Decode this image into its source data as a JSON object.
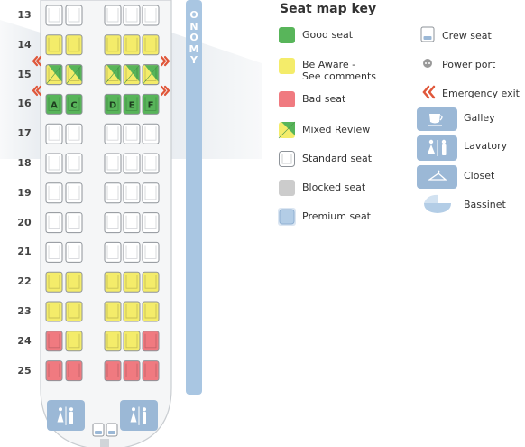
{
  "cabin_label": [
    "O",
    "N",
    "O",
    "M",
    "Y"
  ],
  "rows": [
    {
      "num": "13",
      "left": [
        "standard",
        "standard"
      ],
      "right": [
        "standard",
        "standard",
        "standard"
      ]
    },
    {
      "num": "14",
      "left": [
        "aware",
        "aware"
      ],
      "right": [
        "aware",
        "aware",
        "aware"
      ]
    },
    {
      "num": "15",
      "left": [
        "mixed",
        "mixed"
      ],
      "right": [
        "mixed",
        "mixed",
        "mixed"
      ],
      "exit": true
    },
    {
      "num": "16",
      "left": [
        "good",
        "good"
      ],
      "right": [
        "good",
        "good",
        "good"
      ],
      "letters": [
        "A",
        "C",
        "D",
        "E",
        "F"
      ],
      "exit": true
    },
    {
      "num": "17",
      "left": [
        "standard",
        "standard"
      ],
      "right": [
        "standard",
        "standard",
        "standard"
      ]
    },
    {
      "num": "18",
      "left": [
        "standard",
        "standard"
      ],
      "right": [
        "standard",
        "standard",
        "standard"
      ]
    },
    {
      "num": "19",
      "left": [
        "standard",
        "standard"
      ],
      "right": [
        "standard",
        "standard",
        "standard"
      ]
    },
    {
      "num": "20",
      "left": [
        "standard",
        "standard"
      ],
      "right": [
        "standard",
        "standard",
        "standard"
      ]
    },
    {
      "num": "21",
      "left": [
        "standard",
        "standard"
      ],
      "right": [
        "standard",
        "standard",
        "standard"
      ]
    },
    {
      "num": "22",
      "left": [
        "aware",
        "aware"
      ],
      "right": [
        "aware",
        "aware",
        "aware"
      ]
    },
    {
      "num": "23",
      "left": [
        "aware",
        "aware"
      ],
      "right": [
        "aware",
        "aware",
        "aware"
      ]
    },
    {
      "num": "24",
      "left": [
        "bad",
        "aware"
      ],
      "right": [
        "aware",
        "aware",
        "bad"
      ]
    },
    {
      "num": "25",
      "left": [
        "bad",
        "bad"
      ],
      "right": [
        "bad",
        "bad",
        "bad"
      ]
    }
  ],
  "colors": {
    "good": "#58b55a",
    "aware": "#f4ec6a",
    "bad": "#f07a80",
    "standard": "#ffffff",
    "blocked": "#cccccc",
    "premium": "#b3cde6",
    "exit": "#e0573a",
    "service": "#9bb8d6"
  },
  "key": {
    "title": "Seat map key",
    "left": [
      {
        "type": "good",
        "label": "Good seat"
      },
      {
        "type": "aware",
        "label": "Be Aware - See comments"
      },
      {
        "type": "bad",
        "label": "Bad seat"
      },
      {
        "type": "mixed",
        "label": "Mixed Review"
      },
      {
        "type": "standard",
        "label": "Standard seat"
      },
      {
        "type": "blocked",
        "label": "Blocked seat"
      },
      {
        "type": "premium",
        "label": "Premium seat"
      }
    ],
    "right": [
      {
        "icon": "crew-seat-icon",
        "label": "Crew seat"
      },
      {
        "icon": "power-port-icon",
        "label": "Power port"
      },
      {
        "icon": "emergency-exit-icon",
        "label": "Emergency exit"
      },
      {
        "icon": "galley-icon",
        "label": "Galley"
      },
      {
        "icon": "lavatory-icon",
        "label": "Lavatory"
      },
      {
        "icon": "closet-icon",
        "label": "Closet"
      },
      {
        "icon": "bassinet-icon",
        "label": "Bassinet"
      }
    ]
  }
}
